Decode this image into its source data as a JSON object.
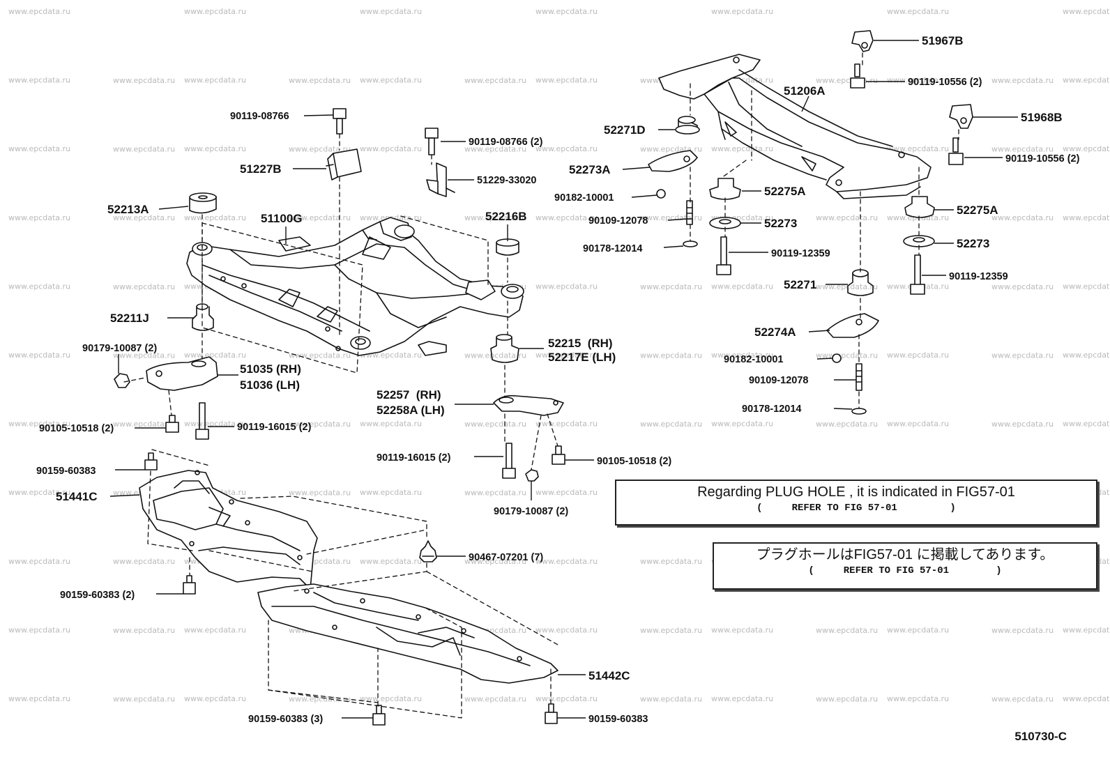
{
  "watermark": "www.epcdata.ru",
  "parts": {
    "p51967B": "51967B",
    "p90119_10556_a": "90119-10556 (2)",
    "p51206A": "51206A",
    "p51968B": "51968B",
    "p90119_10556_b": "90119-10556 (2)",
    "p52271D": "52271D",
    "p52273A": "52273A",
    "p90182_10001_a": "90182-10001",
    "p90109_12078_a": "90109-12078",
    "p90178_12014_a": "90178-12014",
    "p52275A_a": "52275A",
    "p52273_a": "52273",
    "p90119_12359_a": "90119-12359",
    "p52275A_b": "52275A",
    "p52273_b": "52273",
    "p90119_12359_b": "90119-12359",
    "p52271": "52271",
    "p52274A": "52274A",
    "p90182_10001_b": "90182-10001",
    "p90109_12078_b": "90109-12078",
    "p90178_12014_b": "90178-12014",
    "p90119_08766_a": "90119-08766",
    "p90119_08766_b": "90119-08766 (2)",
    "p51227B": "51227B",
    "p51229_33020": "51229-33020",
    "p52213A": "52213A",
    "p51100G": "51100G",
    "p52216B": "52216B",
    "p52211J": "52211J",
    "p52215": "52215  (RH)",
    "p52217E": "52217E (LH)",
    "p90179_10087_a": "90179-10087 (2)",
    "p51035": "51035 (RH)",
    "p51036": "51036 (LH)",
    "p52257": "52257  (RH)",
    "p52258A": "52258A (LH)",
    "p90105_10518_a": "90105-10518 (2)",
    "p90119_16015_a": "90119-16015 (2)",
    "p90119_16015_b": "90119-16015 (2)",
    "p90105_10518_b": "90105-10518 (2)",
    "p90179_10087_b": "90179-10087 (2)",
    "p90159_60383_a": "90159-60383",
    "p51441C": "51441C",
    "p90467_07201": "90467-07201 (7)",
    "p90159_60383_b": "90159-60383 (2)",
    "p51442C": "51442C",
    "p90159_60383_c": "90159-60383 (3)",
    "p90159_60383_d": "90159-60383"
  },
  "notes": {
    "note1_main": "Regarding PLUG HOLE , it is indicated in FIG57-01",
    "note1_sub": "(     REFER TO FIG 57-01         )",
    "note2_main": "プラグホールはFIG57-01 に掲載してあります。",
    "note2_sub": "(     REFER TO FIG 57-01        )"
  },
  "diagram_code": "510730-C"
}
